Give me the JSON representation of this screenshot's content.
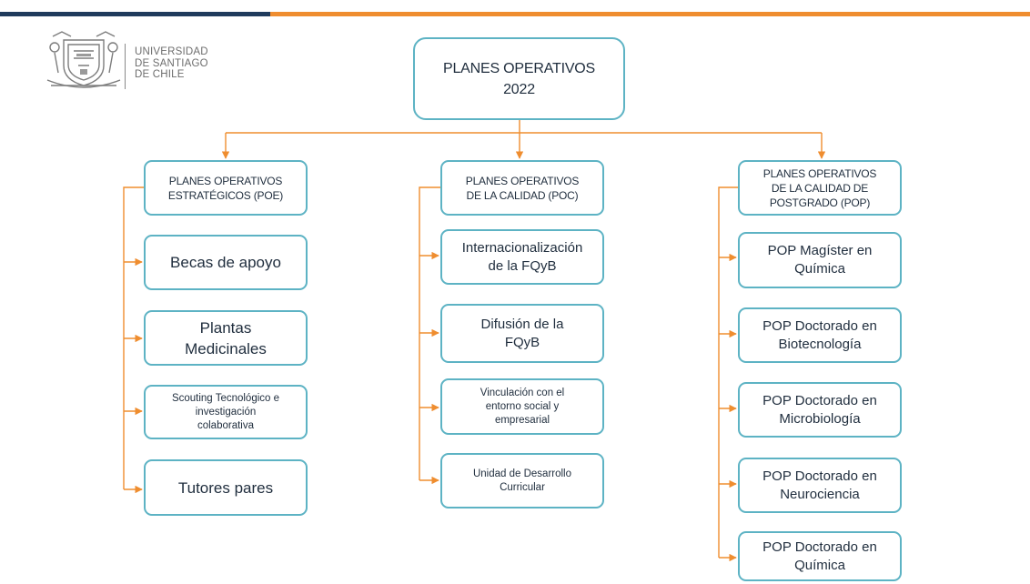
{
  "header": {
    "university": [
      "UNIVERSIDAD",
      "DE SANTIAGO",
      "DE CHILE"
    ]
  },
  "root": {
    "label": "PLANES OPERATIVOS\n2022"
  },
  "columns": [
    {
      "header": "PLANES OPERATIVOS\nESTRATÉGICOS (POE)",
      "items": [
        "Becas de apoyo",
        "Plantas\nMedicinales",
        "Scouting Tecnológico e\ninvestigación\ncolaborativa",
        "Tutores pares"
      ]
    },
    {
      "header": "PLANES OPERATIVOS\nDE LA CALIDAD (POC)",
      "items": [
        "Internacionalización\nde la FQyB",
        "Difusión de la\nFQyB",
        "Vinculación con el\nentorno social y\nempresarial",
        "Unidad de Desarrollo\nCurricular"
      ]
    },
    {
      "header": "PLANES OPERATIVOS\nDE LA CALIDAD DE\nPOSTGRADO (POP)",
      "items": [
        "POP Magíster en\nQuímica",
        "POP Doctorado en\nBiotecnología",
        "POP Doctorado en\nMicrobiología",
        "POP Doctorado en\nNeurociencia",
        "POP Doctorado en\nQuímica"
      ]
    }
  ],
  "colors": {
    "box_border": "#5db3c4",
    "connector": "#ef8d2f",
    "top_bar_blue": "#1f3b5c",
    "top_bar_orange": "#ef8d2f"
  }
}
